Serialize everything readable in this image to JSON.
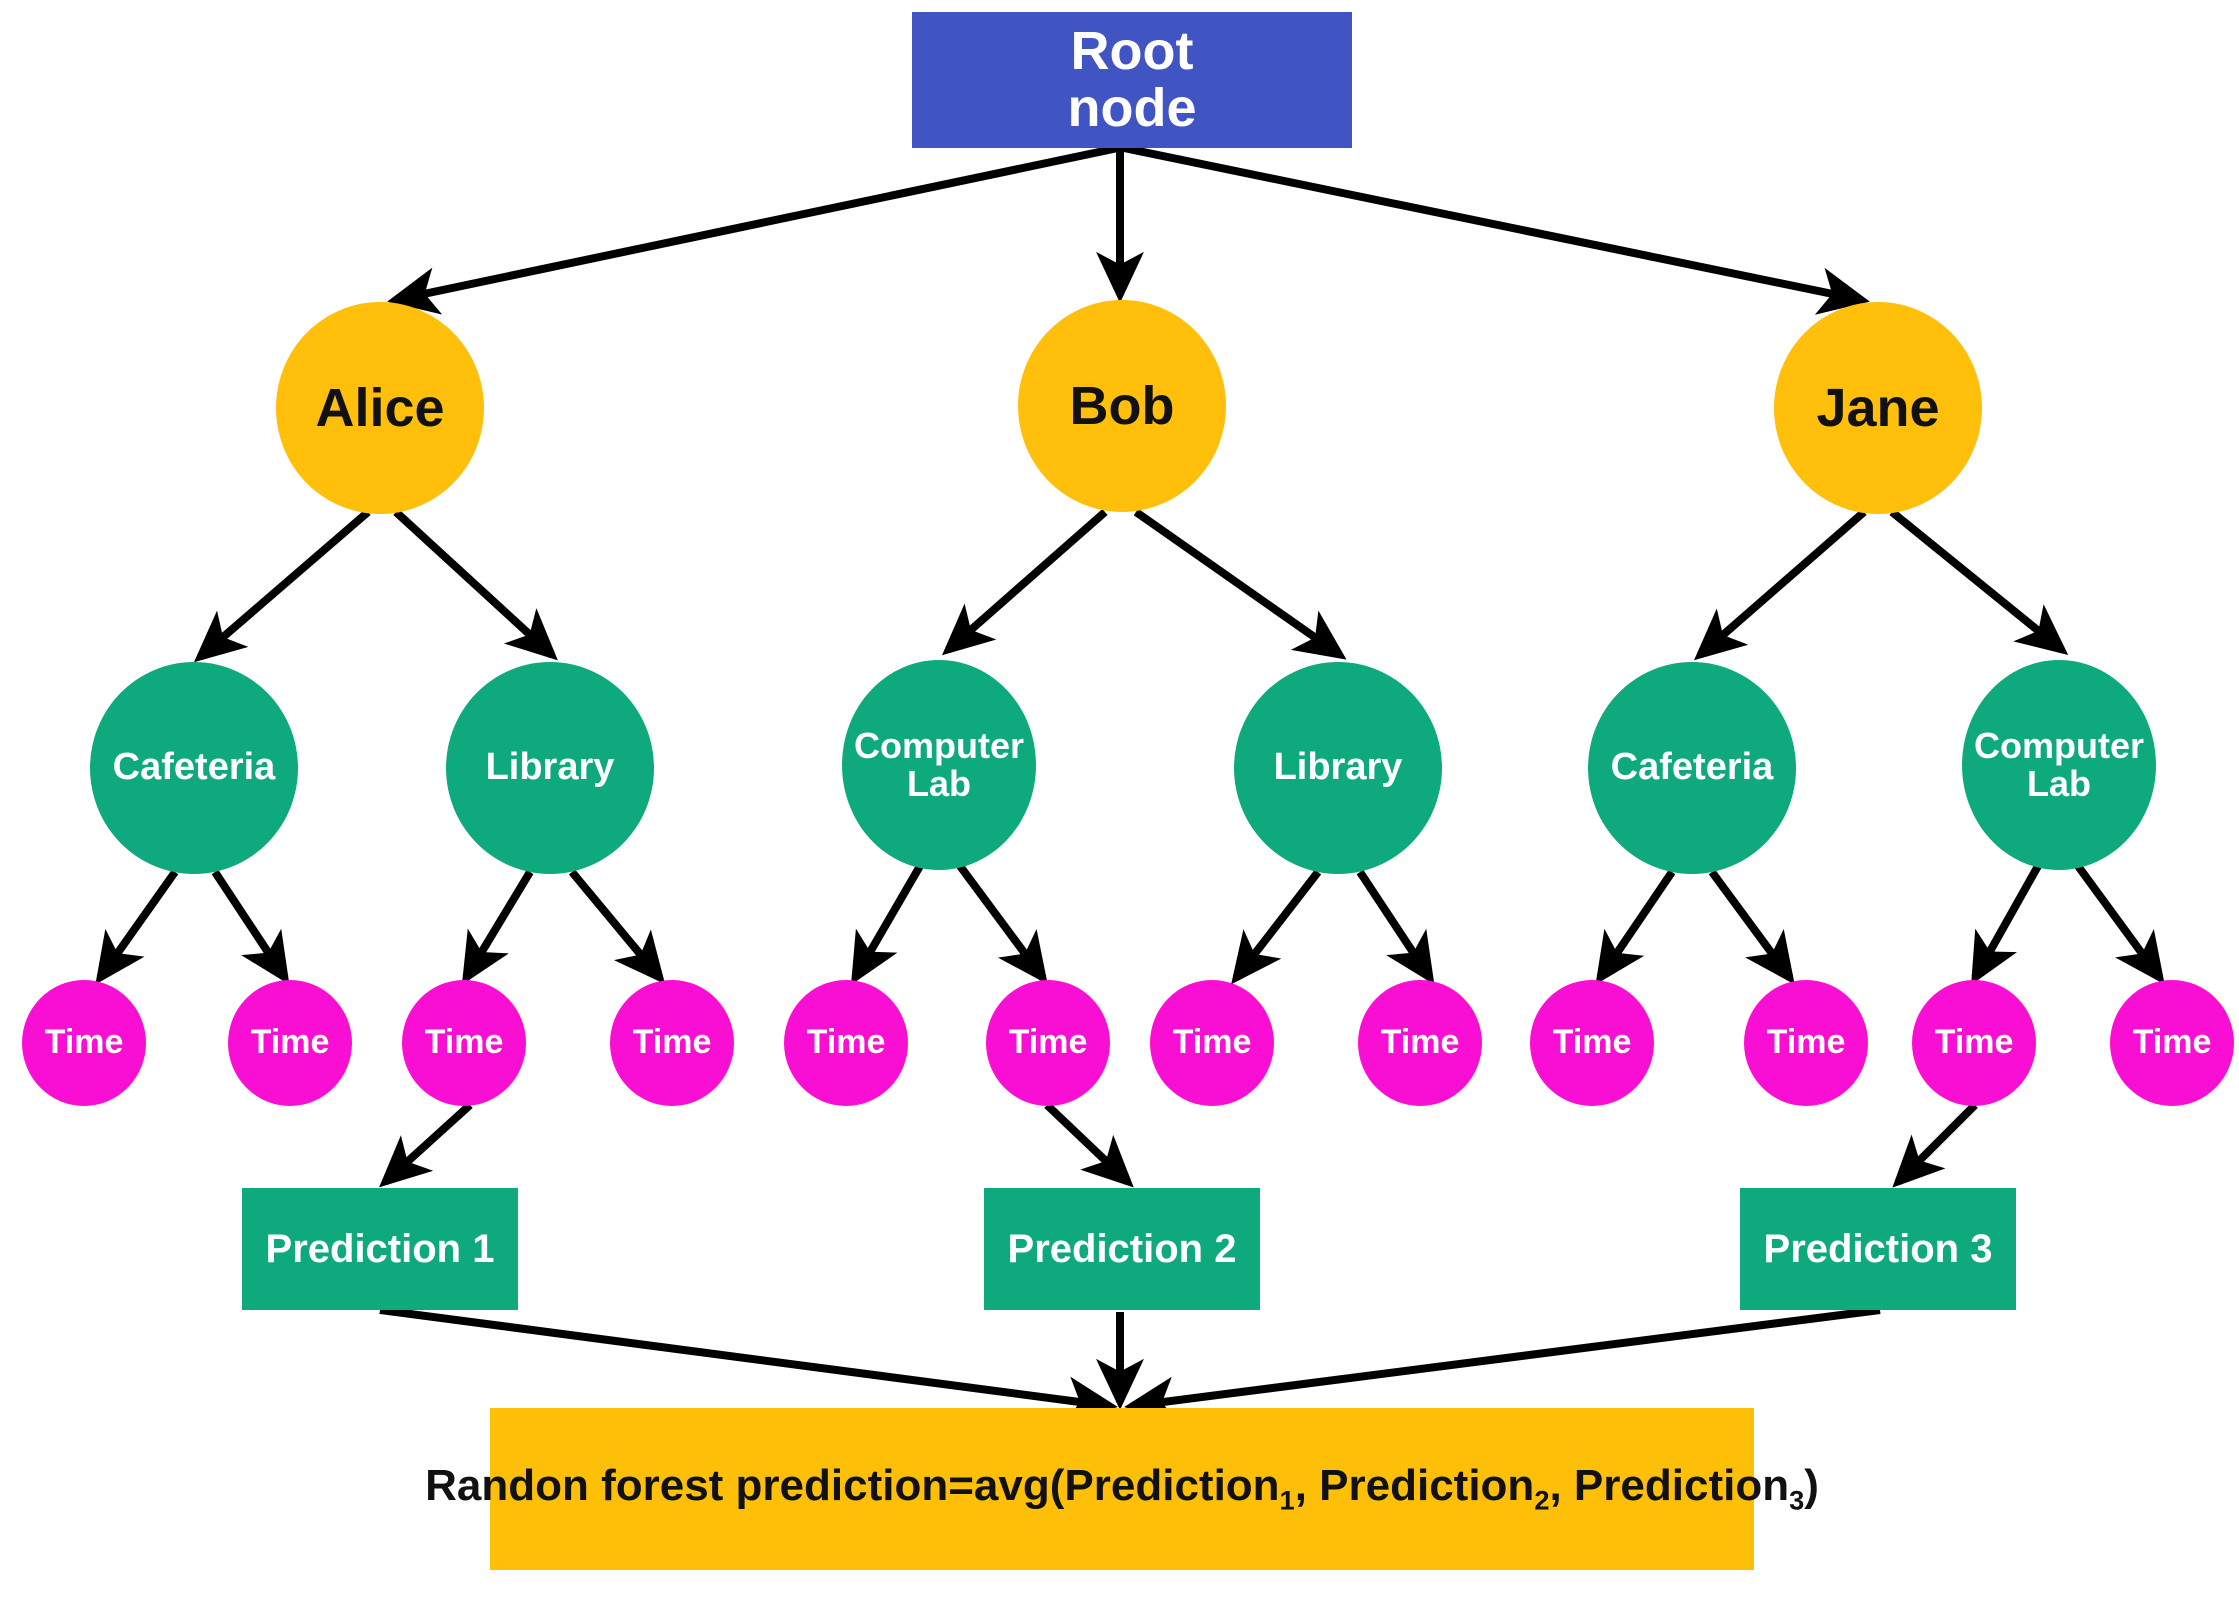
{
  "diagram": {
    "title": "Random forest prediction tree",
    "colors": {
      "root": "#4054c4",
      "person": "#FFBF0B",
      "place": "#0FA97E",
      "time": "#F90FD4",
      "prediction": "#0FA97E",
      "final": "#FDBF07",
      "edge": "#000000",
      "background": "#FFFFFF"
    },
    "root": {
      "label": "Root\nnode",
      "line1": "Root",
      "line2": "node"
    },
    "persons": [
      {
        "label": "Alice"
      },
      {
        "label": "Bob"
      },
      {
        "label": "Jane"
      }
    ],
    "places": [
      {
        "label": "Cafeteria",
        "line1": "Cafeteria",
        "line2": ""
      },
      {
        "label": "Library",
        "line1": "Library",
        "line2": ""
      },
      {
        "label": "Computer Lab",
        "line1": "Computer",
        "line2": "Lab"
      },
      {
        "label": "Library",
        "line1": "Library",
        "line2": ""
      },
      {
        "label": "Cafeteria",
        "line1": "Cafeteria",
        "line2": ""
      },
      {
        "label": "Computer Lab",
        "line1": "Computer",
        "line2": "Lab"
      }
    ],
    "times": [
      {
        "label": "Time"
      },
      {
        "label": "Time"
      },
      {
        "label": "Time"
      },
      {
        "label": "Time"
      },
      {
        "label": "Time"
      },
      {
        "label": "Time"
      },
      {
        "label": "Time"
      },
      {
        "label": "Time"
      },
      {
        "label": "Time"
      },
      {
        "label": "Time"
      },
      {
        "label": "Time"
      },
      {
        "label": "Time"
      }
    ],
    "predictions": [
      {
        "label": "Prediction 1"
      },
      {
        "label": "Prediction 2"
      },
      {
        "label": "Prediction 3"
      }
    ],
    "final": {
      "prefix": "Randon forest prediction=avg(Prediction",
      "sub1": "1",
      "mid1": ", Prediction",
      "sub2": "2",
      "mid2": ",  Prediction",
      "sub3": "3",
      "suffix": ")",
      "full_text": "Randon forest prediction=avg(Prediction1, Prediction2,  Prediction3)"
    }
  }
}
